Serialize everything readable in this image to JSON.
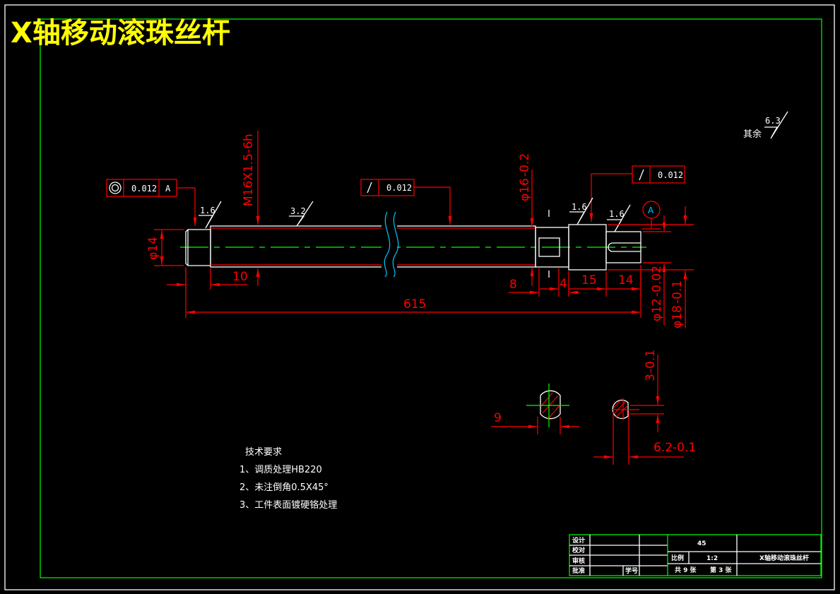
{
  "title": "X轴移动滚珠丝杆",
  "roughness": {
    "general_label": "其余",
    "general_value": "6.3",
    "left_end": "1.6",
    "thread": "3.2",
    "collar": "1.6",
    "right_end": "1.6"
  },
  "tolerances": {
    "concentricity": {
      "value": "0.012",
      "datum": "A",
      "symbol": "concentricity-icon"
    },
    "runout_middle": {
      "value": "0.012",
      "symbol": "runout-icon"
    },
    "runout_right": {
      "value": "0.012",
      "symbol": "runout-icon"
    }
  },
  "datum_label": "A",
  "dimensions": {
    "thread": "M16X1.5-6h",
    "dia_left": "φ14",
    "len_10": "10",
    "overall": "615",
    "dia_16": "φ16",
    "dia_16_tol": "-0.2",
    "len_8": "8",
    "len_4": "4",
    "len_15": "15",
    "len_14": "14",
    "dia_12": "φ12",
    "dia_12_tol": "-0.02",
    "dia_18": "φ18",
    "dia_18_tol": "-0.1",
    "section_width": "9",
    "key_width": "3",
    "key_width_tol": "-0.1",
    "key_depth": "6.2",
    "key_depth_tol": "-0.1"
  },
  "tech_requirements": {
    "heading": "技术要求",
    "items": [
      "1、调质处理HB220",
      "2、未注倒角0.5X45°",
      "3、工件表面镀硬铬处理"
    ]
  },
  "title_block": {
    "design": "设计",
    "check": "校对",
    "review": "审核",
    "approve": "批准",
    "number": "学号",
    "material": "45",
    "scale_label": "比例",
    "scale": "1:2",
    "part_name": "X轴移动滚珠丝杆",
    "total_sheets": "共 9 张",
    "sheet_no": "第 3 张"
  },
  "colors": {
    "outline": "#ffffff",
    "dimension": "#ff0000",
    "centerline": "#00ff00",
    "title": "#ffff00",
    "break": "#00c8ff"
  }
}
